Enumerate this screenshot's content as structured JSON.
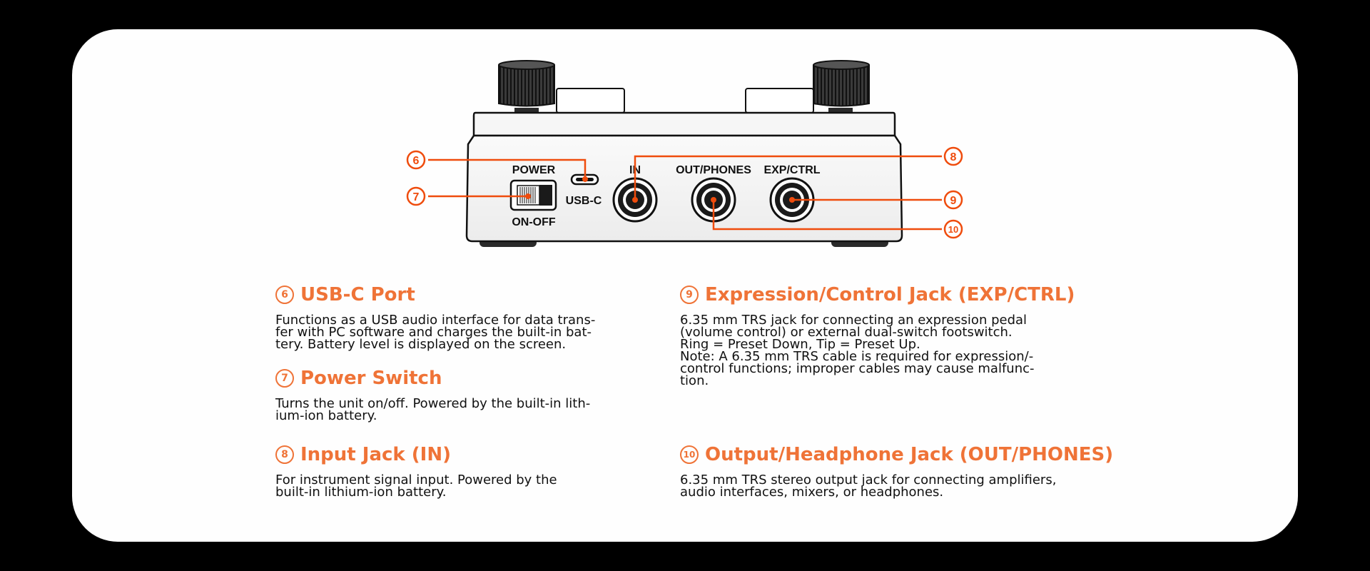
{
  "colors": {
    "accent": "#ef7337",
    "callout": "#ef4c0d",
    "background": "#000000",
    "panel": "#fefefe",
    "text": "#111111"
  },
  "diagram": {
    "labels": {
      "power": "POWER",
      "on_off": "ON-OFF",
      "usb_c": "USB-C",
      "in": "IN",
      "out_phones": "OUT/PHONES",
      "exp_ctrl": "EXP/CTRL"
    },
    "callouts": [
      "6",
      "7",
      "8",
      "9",
      "10"
    ]
  },
  "sections": [
    {
      "number": "6",
      "title": "USB-C Port",
      "lines": [
        "Functions as a USB audio interface for data trans-",
        "fer with PC software and charges the built-in bat-",
        "tery. Battery level is displayed on the screen."
      ]
    },
    {
      "number": "7",
      "title": "Power Switch",
      "lines": [
        "Turns the unit on/off. Powered by the built-in lith-",
        "ium-ion battery."
      ]
    },
    {
      "number": "8",
      "title": "Input Jack (IN)",
      "lines": [
        "For instrument signal input. Powered by the",
        "built-in lithium-ion battery."
      ]
    },
    {
      "number": "9",
      "title": "Expression/Control Jack (EXP/CTRL)",
      "lines": [
        "6.35 mm TRS jack for connecting an expression pedal",
        "(volume control) or external dual-switch footswitch.",
        "Ring = Preset Down, Tip = Preset Up.",
        "Note: A 6.35 mm TRS cable is required for expression/-",
        "control functions; improper cables may cause malfunc-",
        "tion."
      ]
    },
    {
      "number": "10",
      "title": "Output/Headphone Jack (OUT/PHONES)",
      "lines": [
        "6.35 mm TRS stereo output jack for connecting amplifiers,",
        "audio interfaces, mixers, or headphones."
      ]
    }
  ]
}
